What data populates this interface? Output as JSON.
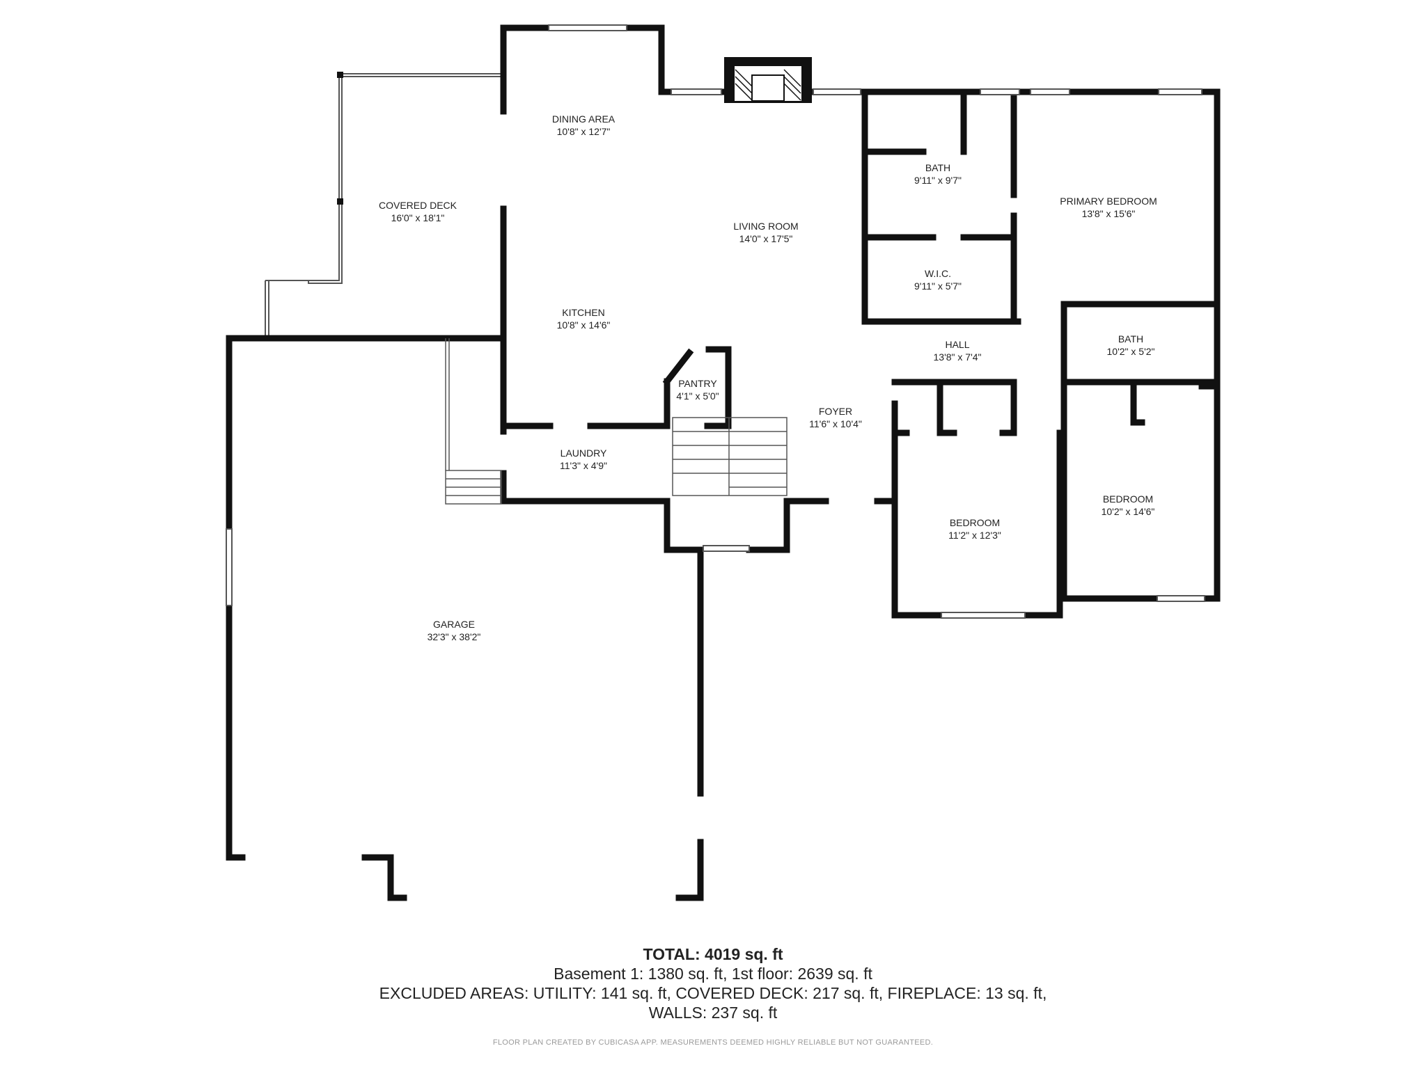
{
  "rooms": {
    "dining": {
      "name": "DINING AREA",
      "dim": "10'8\" x 12'7\""
    },
    "covered_deck": {
      "name": "COVERED DECK",
      "dim": "16'0\" x 18'1\""
    },
    "living": {
      "name": "LIVING ROOM",
      "dim": "14'0\" x 17'5\""
    },
    "bath1": {
      "name": "BATH",
      "dim": "9'11\" x 9'7\""
    },
    "primary_bedroom": {
      "name": "PRIMARY BEDROOM",
      "dim": "13'8\" x 15'6\""
    },
    "wic": {
      "name": "W.I.C.",
      "dim": "9'11\" x 5'7\""
    },
    "kitchen": {
      "name": "KITCHEN",
      "dim": "10'8\" x 14'6\""
    },
    "hall": {
      "name": "HALL",
      "dim": "13'8\" x 7'4\""
    },
    "bath2": {
      "name": "BATH",
      "dim": "10'2\" x 5'2\""
    },
    "pantry": {
      "name": "PANTRY",
      "dim": "4'1\" x 5'0\""
    },
    "foyer": {
      "name": "FOYER",
      "dim": "11'6\" x 10'4\""
    },
    "laundry": {
      "name": "LAUNDRY",
      "dim": "11'3\" x 4'9\""
    },
    "bedroom1": {
      "name": "BEDROOM",
      "dim": "11'2\" x 12'3\""
    },
    "bedroom2": {
      "name": "BEDROOM",
      "dim": "10'2\" x 14'6\""
    },
    "garage": {
      "name": "GARAGE",
      "dim": "32'3\" x 38'2\""
    }
  },
  "summary": {
    "total": "TOTAL: 4019 sq. ft",
    "line1": "Basement 1: 1380 sq. ft, 1st floor: 2639 sq. ft",
    "line2": "EXCLUDED AREAS: UTILITY: 141 sq. ft, COVERED DECK: 217 sq. ft, FIREPLACE: 13 sq. ft,",
    "line3": "WALLS: 237 sq. ft",
    "credit": "FLOOR PLAN CREATED BY CUBICASA APP. MEASUREMENTS DEEMED HIGHLY RELIABLE BUT NOT GUARANTEED."
  }
}
